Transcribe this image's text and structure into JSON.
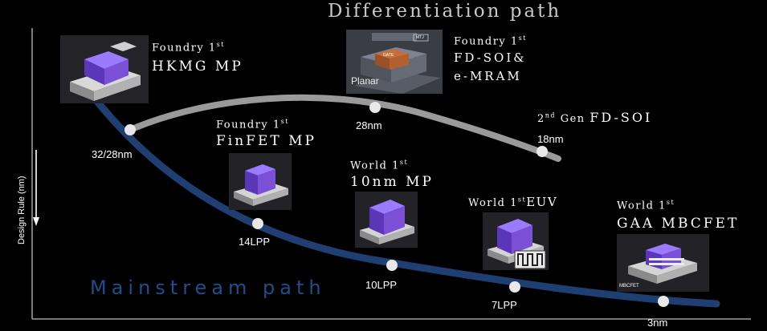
{
  "titles": {
    "differentiation": "Differentiation path",
    "mainstream": "Mainstream path",
    "axis": "Design Rule (nm)"
  },
  "colors": {
    "background": "#000000",
    "mainstream_curve": "#1f3f73",
    "differentiation_curve": "#9a9a9a",
    "mainstream_text": "#1f4e8c",
    "node_dot": "#e8e8e8",
    "accent_purple": "#7b4fd6"
  },
  "nodes": {
    "n32": "32/28nm",
    "n14": "14LPP",
    "n10": "10LPP",
    "n7": "7LPP",
    "n3": "3nm",
    "n28": "28nm",
    "n18": "18nm"
  },
  "captions": {
    "hkmg": {
      "line1": "Foundry 1",
      "sup": "st",
      "line2": "HKMG MP"
    },
    "finfet": {
      "line1": "Foundry 1",
      "sup": "st",
      "line2": "FinFET MP"
    },
    "nm10": {
      "line1": "World 1",
      "sup": "st",
      "line2": "10nm  MP"
    },
    "euv": {
      "line1": "World 1",
      "sup": "st",
      "line2": "EUV"
    },
    "gaa": {
      "line1": "World 1",
      "sup": "st",
      "line2": "GAA MBCFET"
    },
    "fdsoi": {
      "line1": "Foundry 1",
      "sup": "st",
      "line2": "FD-SOI&",
      "line3": "e-MRAM"
    },
    "gen2": {
      "prefix": "2",
      "sup": "nd",
      "mid": " Gen ",
      "main": "FD-SOI"
    }
  },
  "thumb_text": {
    "planar": "Planar",
    "gate": "GATE",
    "mtj": "MTJ",
    "mbcfet": "MBCFET"
  }
}
